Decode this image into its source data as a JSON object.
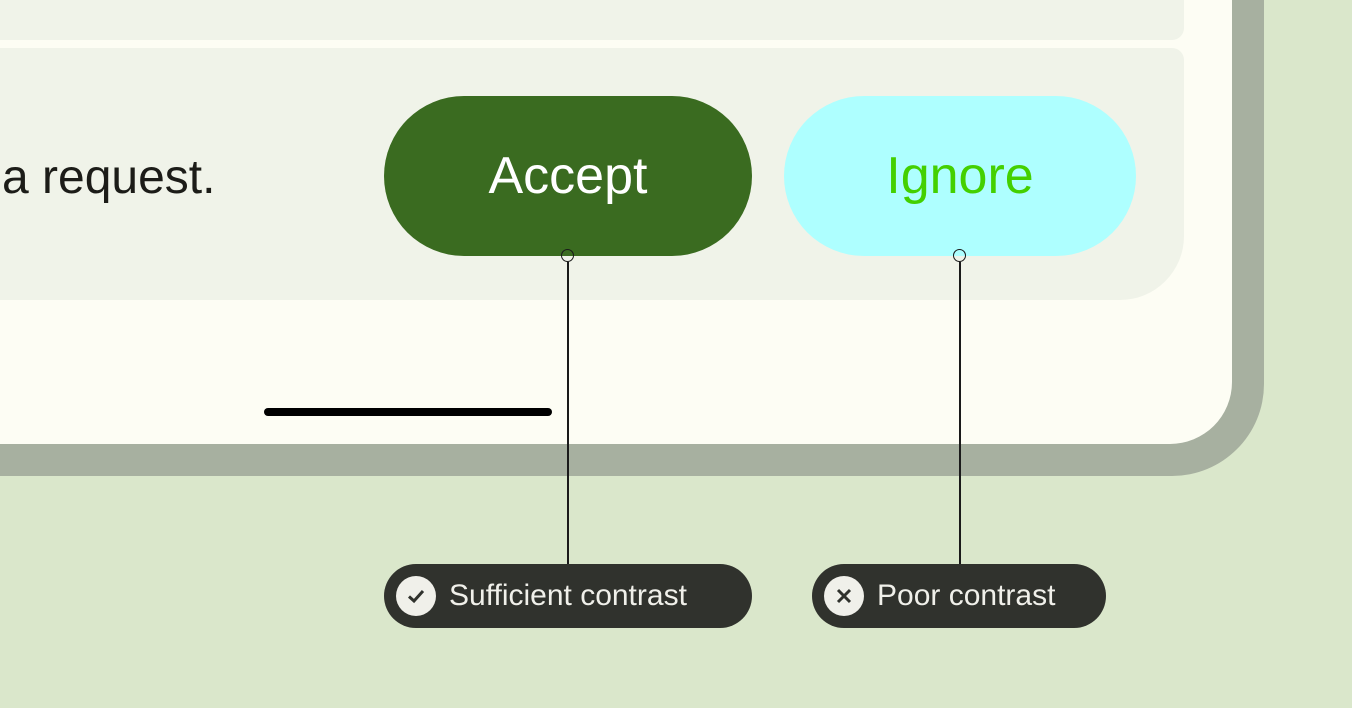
{
  "message": {
    "text": "a request."
  },
  "buttons": {
    "accept": "Accept",
    "ignore": "Ignore"
  },
  "annotations": [
    {
      "label": "Sufficient contrast",
      "icon": "check-circle-icon"
    },
    {
      "label": "Poor contrast",
      "icon": "x-circle-icon"
    }
  ],
  "colors": {
    "background": "#dae7cb",
    "accept_bg": "#3a6b20",
    "accept_text": "#ffffff",
    "ignore_bg": "#aeffff",
    "ignore_text": "#44d000",
    "label_bg": "#30322d"
  }
}
